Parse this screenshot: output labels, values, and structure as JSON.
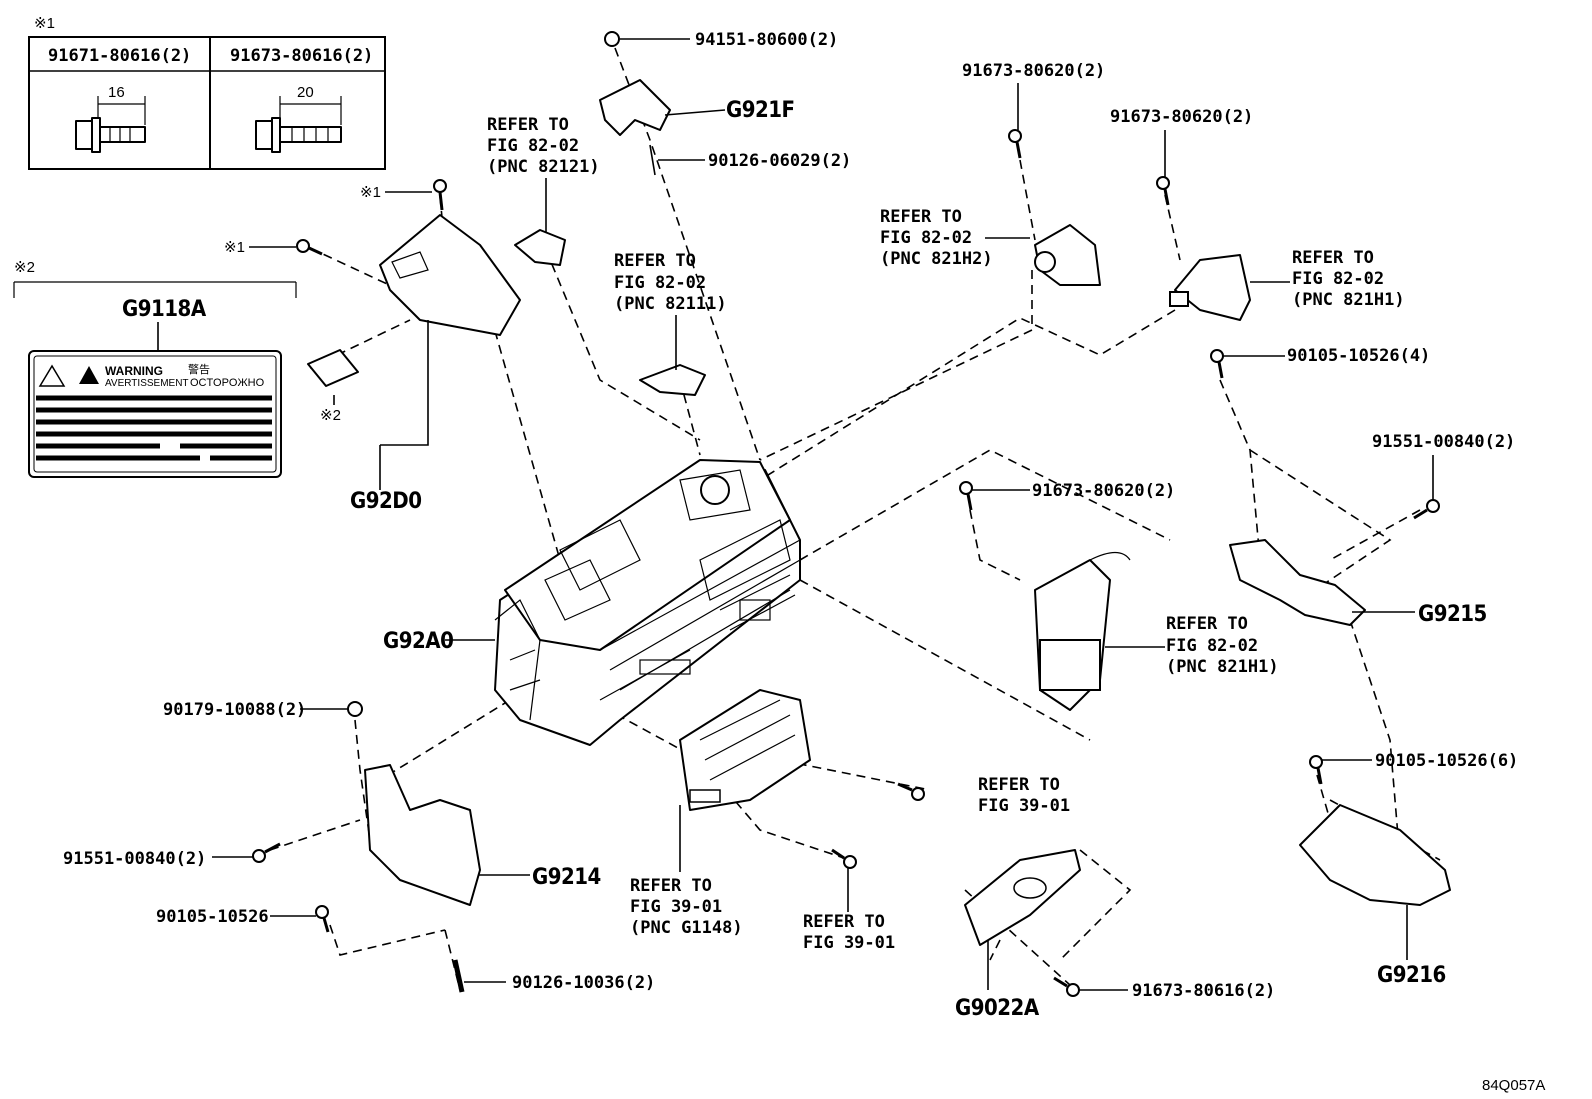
{
  "note1": {
    "mark": "※1",
    "left_part": "91671-80616(2)",
    "right_part": "91673-80616(2)",
    "left_dim": "16",
    "right_dim": "20"
  },
  "note2": {
    "mark": "※2",
    "label_code": "G9118A",
    "warning_en": "WARNING",
    "warning_fr": "AVERTISSEMENT",
    "warning_jp": "警告",
    "warning_ru": "OCTOPOЖHO"
  },
  "labels": {
    "p94151": "94151-80600(2)",
    "g921f": "G921F",
    "p90126a": "90126-06029(2)",
    "ref82121_1": "REFER TO",
    "ref82121_2": "FIG 82-02",
    "ref82121_3": "(PNC 82121)",
    "ref82111_1": "REFER TO",
    "ref82111_2": "FIG 82-02",
    "ref82111_3": "(PNC 82111)",
    "p91673a": "91673-80620(2)",
    "p91673b": "91673-80620(2)",
    "ref821h2_1": "REFER TO",
    "ref821h2_2": "FIG 82-02",
    "ref821h2_3": "(PNC 821H2)",
    "ref821h1a_1": "REFER TO",
    "ref821h1a_2": "FIG 82-02",
    "ref821h1a_3": "(PNC 821H1)",
    "p90105a": "90105-10526(4)",
    "p91551a": "91551-00840(2)",
    "p91673c": "91673-80620(2)",
    "g9215": "G9215",
    "ref821h1b_1": "REFER TO",
    "ref821h1b_2": "FIG 82-02",
    "ref821h1b_3": "(PNC 821H1)",
    "mark1a": "※1",
    "mark1b": "※1",
    "mark2": "※2",
    "g92d0": "G92D0",
    "g92a0": "G92A0",
    "p90179": "90179-10088(2)",
    "p91551b": "91551-00840(2)",
    "g9214": "G9214",
    "p90105b": "90105-10526",
    "p90126b": "90126-10036(2)",
    "refg1148_1": "REFER TO",
    "refg1148_2": "FIG 39-01",
    "refg1148_3": "(PNC G1148)",
    "ref3901a_1": "REFER TO",
    "ref3901a_2": "FIG 39-01",
    "ref3901b_1": "REFER TO",
    "ref3901b_2": "FIG 39-01",
    "p90105c": "90105-10526(6)",
    "g9216": "G9216",
    "g9022a": "G9022A",
    "p91673d": "91673-80616(2)"
  },
  "figure_id": "84Q057A"
}
